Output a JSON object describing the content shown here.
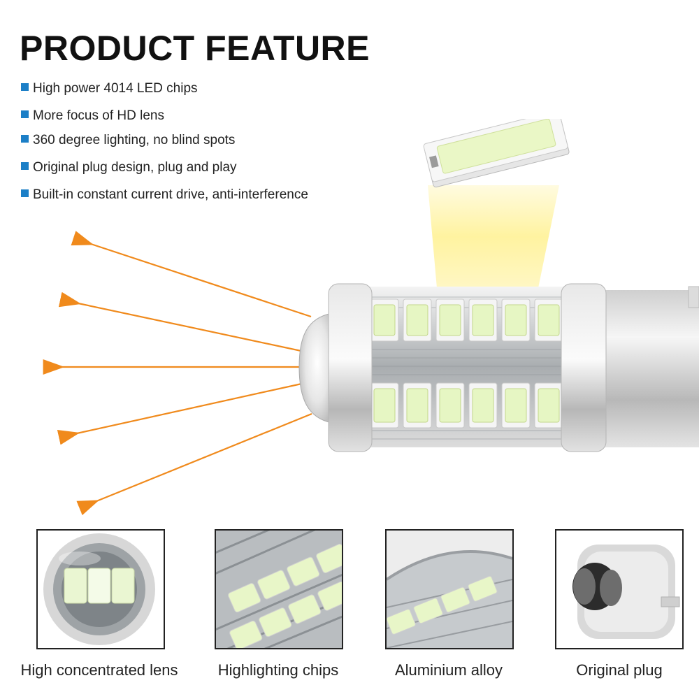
{
  "title": "PRODUCT FEATURE",
  "features": [
    "High power 4014 LED chips",
    "More focus of HD lens",
    "360 degree lighting, no blind spots",
    "Original plug design, plug and play",
    "Built-in constant current drive, anti-interference"
  ],
  "thumbnails": [
    {
      "caption": "High concentrated lens",
      "icon": "lens-icon"
    },
    {
      "caption": "Highlighting chips",
      "icon": "led-chips-icon"
    },
    {
      "caption": "Aluminium alloy",
      "icon": "aluminium-body-icon"
    },
    {
      "caption": "Original plug",
      "icon": "plug-icon"
    }
  ],
  "colors": {
    "bullet": "#1c7fc7",
    "arrow": "#f08a1c",
    "light_beam": "#fff3a0",
    "led_chip": "#e9f8c8"
  }
}
